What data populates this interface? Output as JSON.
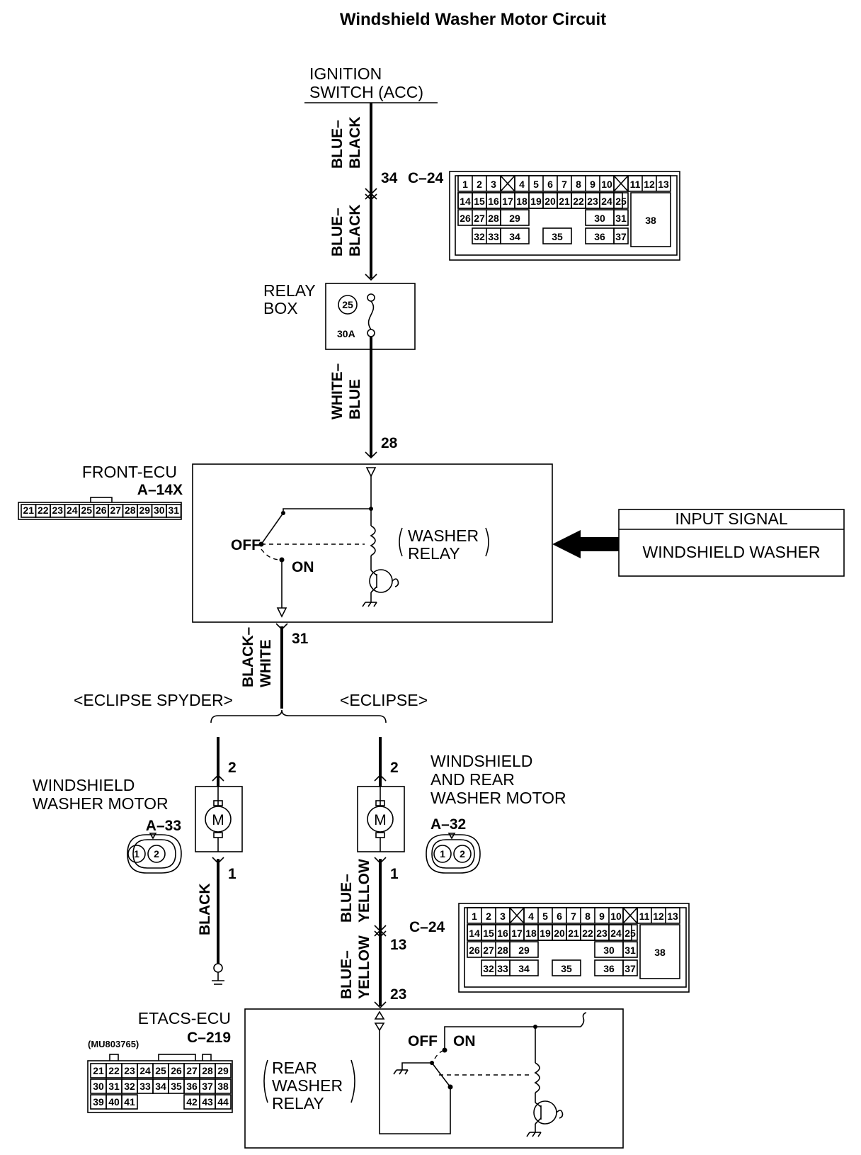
{
  "title": "Windshield Washer Motor Circuit",
  "ignition": {
    "line1": "IGNITION",
    "line2": "SWITCH (ACC)"
  },
  "wires": {
    "blue_black_1": [
      "BLUE–",
      "BLACK"
    ],
    "blue_black_2": [
      "BLUE–",
      "BLACK"
    ],
    "white_blue": [
      "WHITE–",
      "BLUE"
    ],
    "black_white": [
      "BLACK–",
      "WHITE"
    ],
    "black": "BLACK",
    "blue_yellow_1": [
      "BLUE–",
      "YELLOW"
    ],
    "blue_yellow_2": [
      "BLUE–",
      "YELLOW"
    ]
  },
  "pins": {
    "p34": "34",
    "p28": "28",
    "p31": "31",
    "spyder_p2": "2",
    "spyder_p1": "1",
    "eclipse_p2": "2",
    "eclipse_p1": "1",
    "p13": "13",
    "p23": "23"
  },
  "connectors": {
    "c24_top": "C–24",
    "c24_bottom": "C–24"
  },
  "c24_rows": {
    "row1a": [
      "1",
      "2",
      "3"
    ],
    "row1b": [
      "4",
      "5",
      "6",
      "7",
      "8",
      "9",
      "10"
    ],
    "row1c": [
      "11",
      "12",
      "13"
    ],
    "row2": [
      "14",
      "15",
      "16",
      "17",
      "18",
      "19",
      "20",
      "21",
      "22",
      "23",
      "24",
      "25"
    ],
    "row3a": [
      "26",
      "27",
      "28"
    ],
    "p29": "29",
    "p30": "30",
    "p31": "31",
    "p38": "38",
    "row4a": [
      "32",
      "33"
    ],
    "p34": "34",
    "p35": "35",
    "p36": "36",
    "p37": "37"
  },
  "relay_box": {
    "line1": "RELAY",
    "line2": "BOX",
    "fuse_no": "25",
    "amp": "30A"
  },
  "front_ecu": {
    "name": "FRONT-ECU",
    "code": "A–14X",
    "pins": [
      "21",
      "22",
      "23",
      "24",
      "25",
      "26",
      "27",
      "28",
      "29",
      "30",
      "31"
    ]
  },
  "washer_relay": {
    "line1": "WASHER",
    "line2": "RELAY",
    "off": "OFF",
    "on": "ON"
  },
  "input_signal": {
    "header": "INPUT SIGNAL",
    "value": "WINDSHIELD WASHER"
  },
  "variants": {
    "spyder": "<ECLIPSE SPYDER>",
    "eclipse": "<ECLIPSE>"
  },
  "spyder_motor": {
    "line1": "WINDSHIELD",
    "line2": "WASHER MOTOR",
    "code": "A–33",
    "m": "M",
    "pin1": "1",
    "pin2": "2"
  },
  "eclipse_motor": {
    "line1": "WINDSHIELD",
    "line2": "AND REAR",
    "line3": "WASHER MOTOR",
    "code": "A–32",
    "m": "M",
    "pin1": "1",
    "pin2": "2"
  },
  "etacs": {
    "name": "ETACS-ECU",
    "code": "C–219",
    "part": "(MU803765)",
    "row1": [
      "21",
      "22",
      "23",
      "24",
      "25",
      "26",
      "27",
      "28",
      "29"
    ],
    "row2": [
      "30",
      "31",
      "32",
      "33",
      "34",
      "35",
      "36",
      "37",
      "38"
    ],
    "row3a": [
      "39",
      "40",
      "41"
    ],
    "row3b": [
      "42",
      "43",
      "44"
    ]
  },
  "rear_relay": {
    "line1": "REAR",
    "line2": "WASHER",
    "line3": "RELAY",
    "off": "OFF",
    "on": "ON"
  }
}
